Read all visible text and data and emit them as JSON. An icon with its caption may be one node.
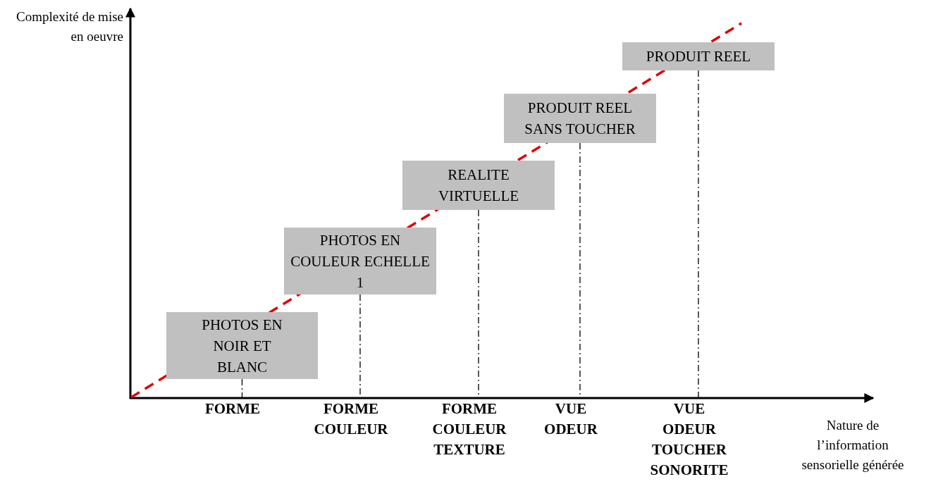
{
  "diagram": {
    "nodes": [
      {
        "text": [
          "PHOTOS EN NOIR ET BLANC"
        ]
      },
      {
        "text": [
          "PHOTOS EN COULEUR ECHELLE 1"
        ]
      },
      {
        "text": [
          "REALITE VIRTUELLE"
        ]
      },
      {
        "text": [
          "PRODUIT REEL SANS TOUCHER"
        ]
      },
      {
        "text": [
          "PRODUIT REEL"
        ]
      },
      {
        "text": [
          "FORME"
        ]
      },
      {
        "text": [
          "FORME COULEUR"
        ]
      },
      {
        "text": [
          "FORME COULEUR TEXTURE"
        ]
      },
      {
        "text": [
          "VUE ODEUR"
        ]
      },
      {
        "text": [
          "VUE ODEUR TOUCHER SONORITE"
        ]
      }
    ],
    "edges": [
      {
        "from": 0,
        "to": 5,
        "arrow": "none",
        "style": "dashed"
      },
      {
        "from": 1,
        "to": 6,
        "arrow": "none",
        "style": "dashed"
      },
      {
        "from": 2,
        "to": 7,
        "arrow": "none",
        "style": "dashed"
      },
      {
        "from": 3,
        "to": 8,
        "arrow": "none",
        "style": "dashed"
      },
      {
        "from": 4,
        "to": 9,
        "arrow": "none",
        "style": "dashed"
      }
    ],
    "labels": [
      "Complexité de mise en oeuvre",
      "Nature de l’information sensorielle générée"
    ]
  }
}
